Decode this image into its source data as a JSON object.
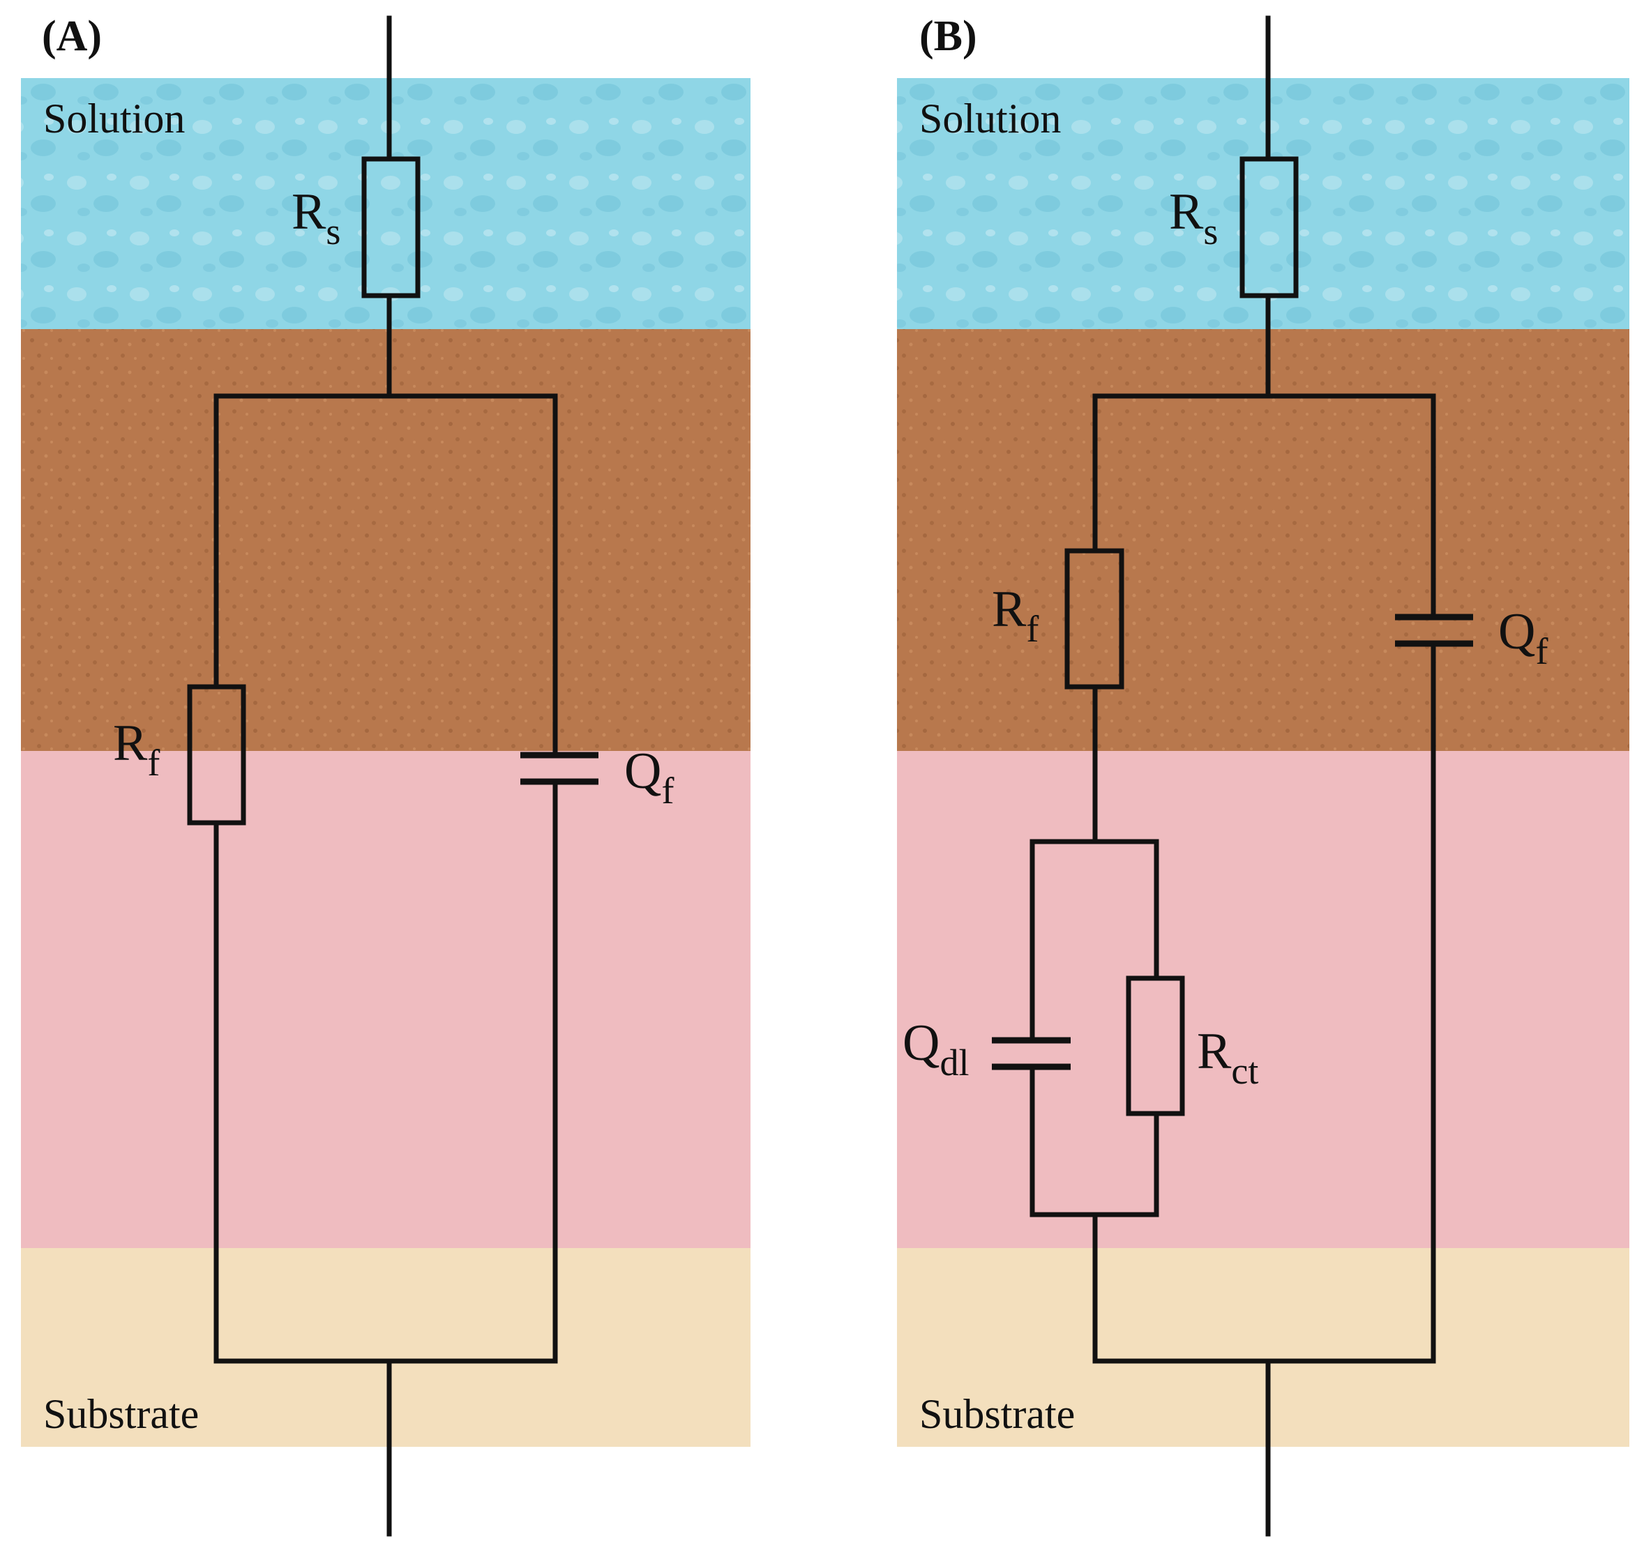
{
  "panels": [
    {
      "tag": "(A)",
      "layers": {
        "top": "Solution",
        "bottom": "Substrate"
      },
      "components": {
        "rs": {
          "main": "R",
          "sub": "s"
        },
        "rf": {
          "main": "R",
          "sub": "f"
        },
        "qf": {
          "main": "Q",
          "sub": "f"
        }
      }
    },
    {
      "tag": "(B)",
      "layers": {
        "top": "Solution",
        "bottom": "Substrate"
      },
      "components": {
        "rs": {
          "main": "R",
          "sub": "s"
        },
        "rf": {
          "main": "R",
          "sub": "f"
        },
        "qf": {
          "main": "Q",
          "sub": "f"
        },
        "qdl": {
          "main": "Q",
          "sub": "dl"
        },
        "rct": {
          "main": "R",
          "sub": "ct"
        }
      }
    }
  ],
  "colors": {
    "solution": "#8fd6e6",
    "coating": "#b8784d",
    "interface": "#efbcc0",
    "substrate": "#f3dfbd",
    "wire": "#111111"
  }
}
